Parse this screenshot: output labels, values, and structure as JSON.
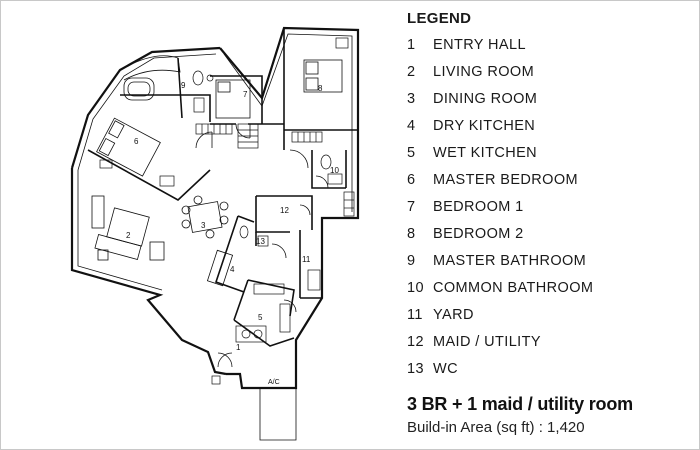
{
  "legend": {
    "title": "LEGEND",
    "items": [
      {
        "num": "1",
        "label": "ENTRY HALL"
      },
      {
        "num": "2",
        "label": "LIVING ROOM"
      },
      {
        "num": "3",
        "label": "DINING ROOM"
      },
      {
        "num": "4",
        "label": "DRY KITCHEN"
      },
      {
        "num": "5",
        "label": "WET KITCHEN"
      },
      {
        "num": "6",
        "label": "MASTER BEDROOM"
      },
      {
        "num": "7",
        "label": "BEDROOM 1"
      },
      {
        "num": "8",
        "label": "BEDROOM 2"
      },
      {
        "num": "9",
        "label": "MASTER BATHROOM"
      },
      {
        "num": "10",
        "label": "COMMON BATHROOM"
      },
      {
        "num": "11",
        "label": "YARD"
      },
      {
        "num": "12",
        "label": "MAID / UTILITY"
      },
      {
        "num": "13",
        "label": "WC"
      }
    ]
  },
  "summary": "3 BR + 1 maid / utility room",
  "area": "Build-in Area (sq ft) : 1,420",
  "plan": {
    "room_labels": [
      "1",
      "2",
      "3",
      "4",
      "5",
      "6",
      "7",
      "8",
      "9",
      "10",
      "11",
      "12",
      "13"
    ],
    "ac_label": "A/C"
  },
  "colors": {
    "line": "#111111",
    "accent": "#e9e9e9",
    "frame": "#c8c8c8"
  }
}
